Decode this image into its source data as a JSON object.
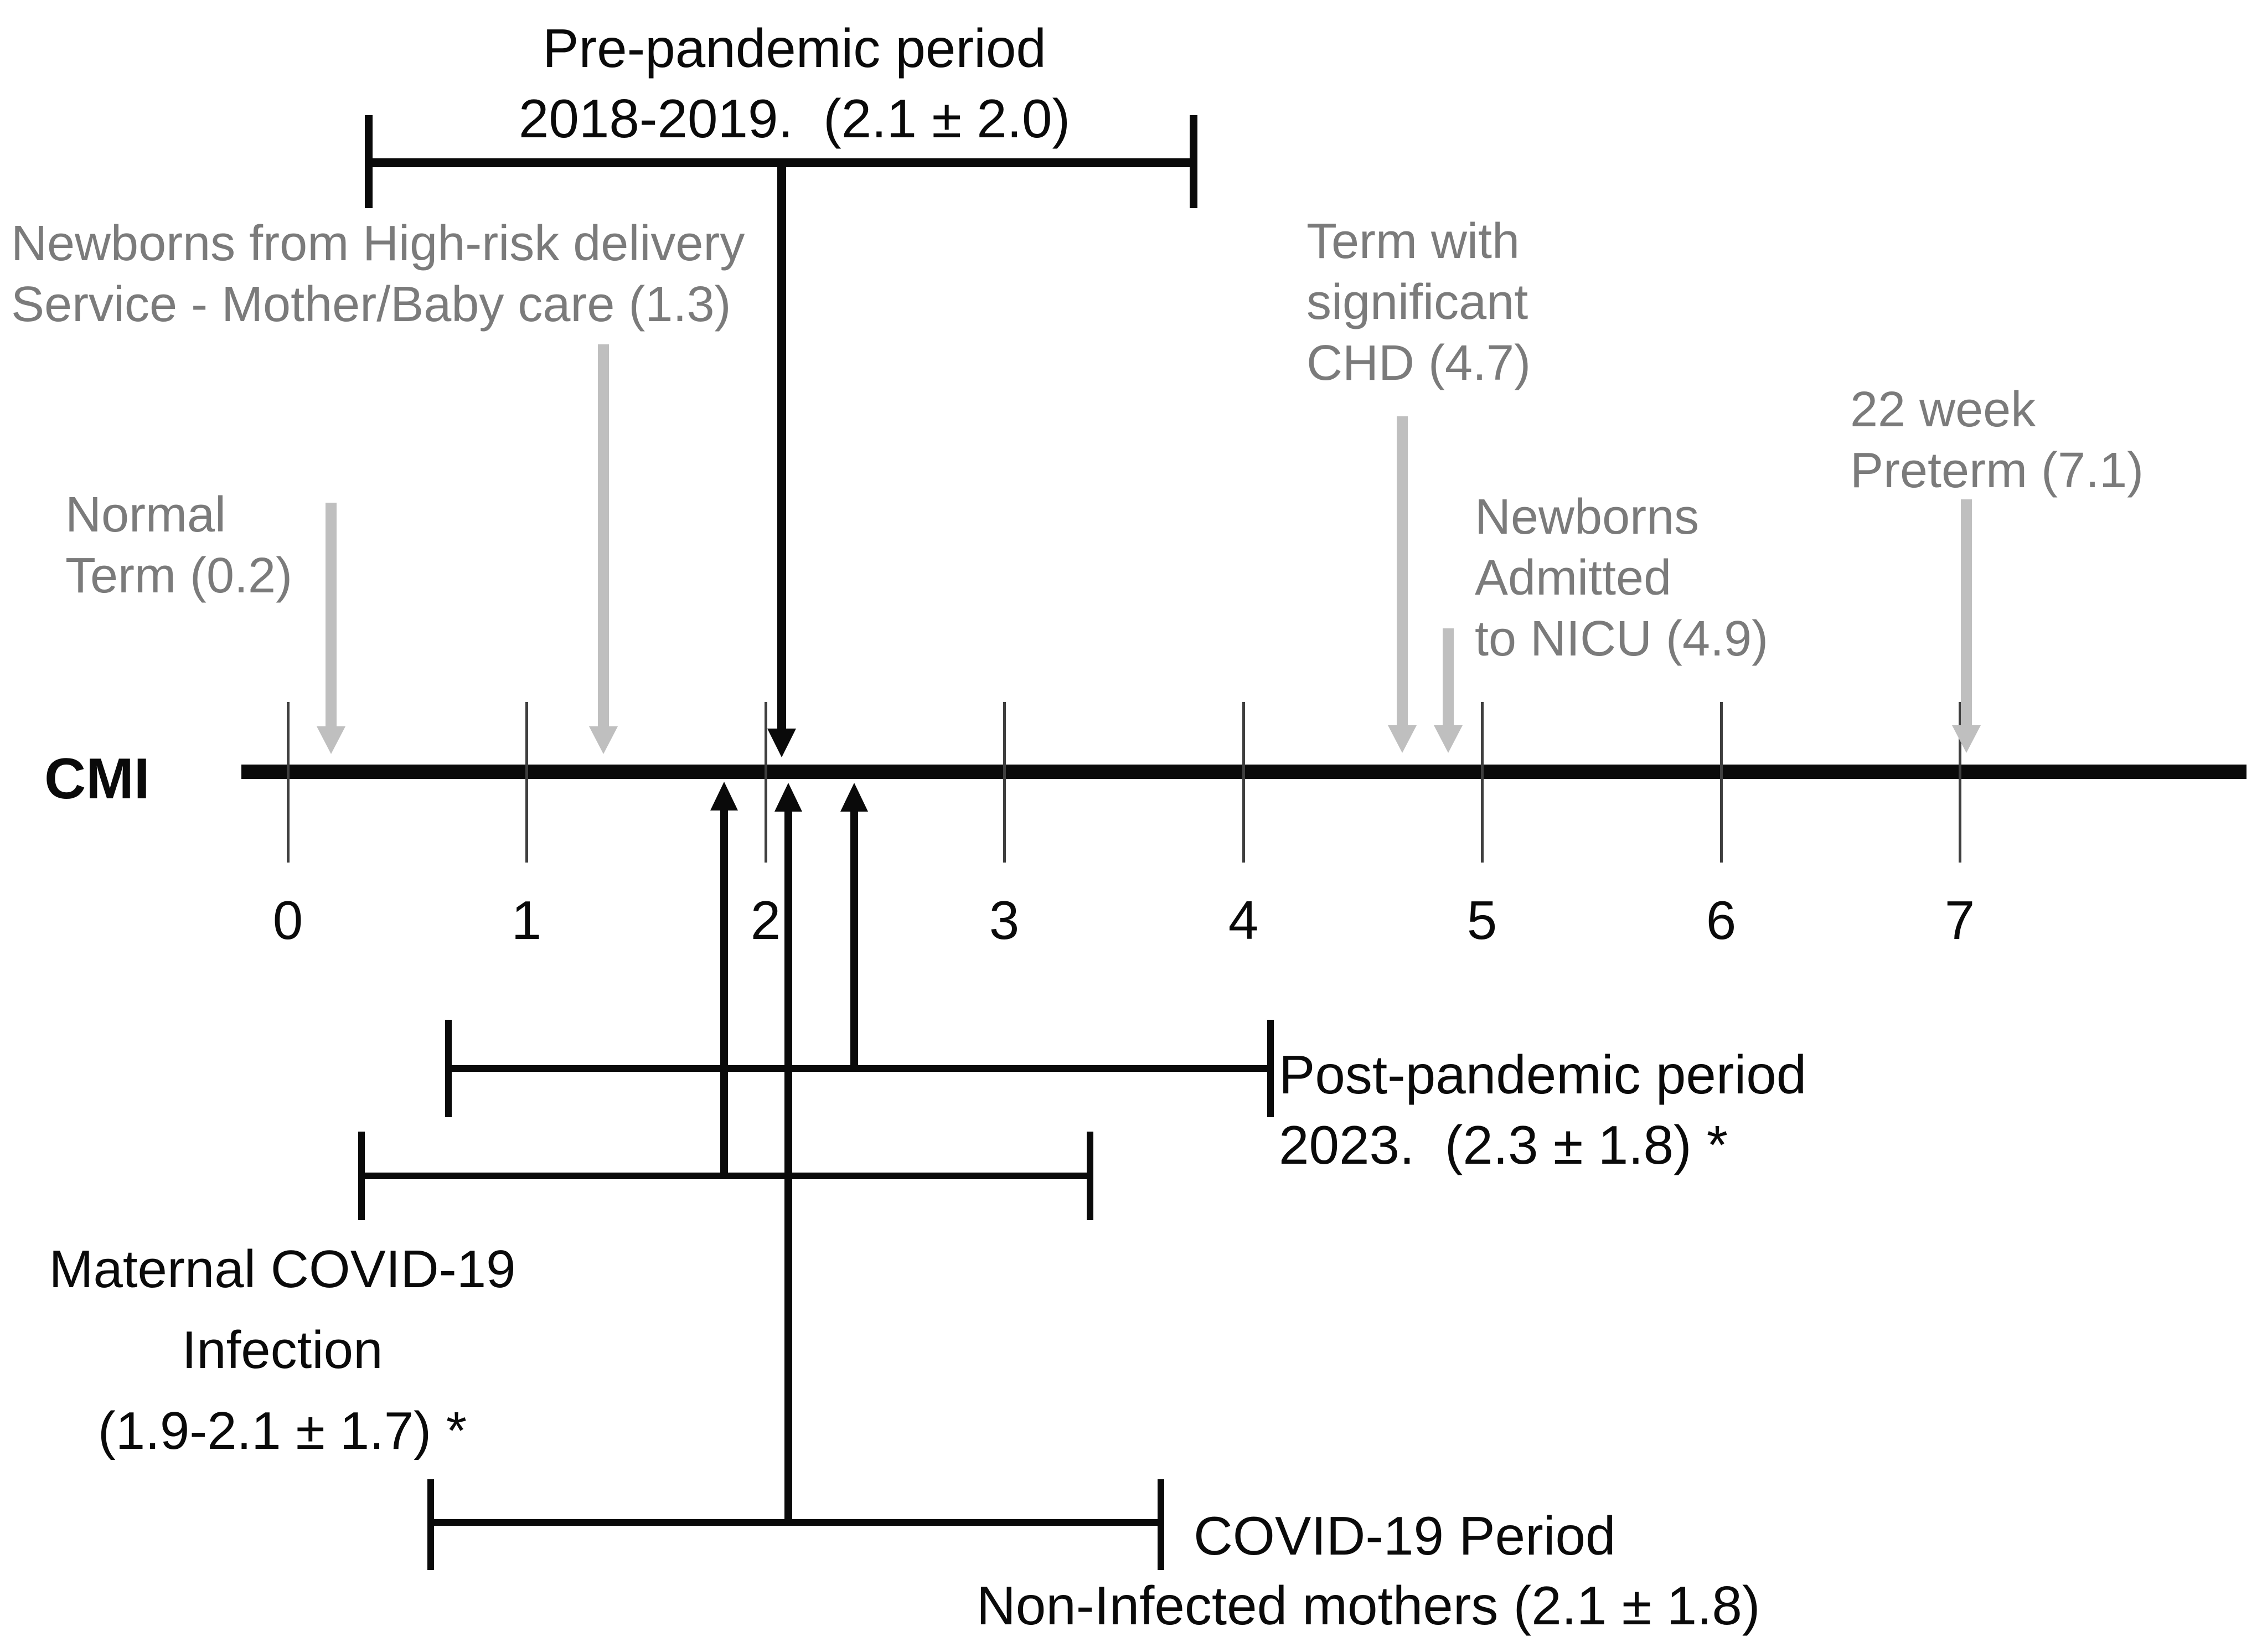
{
  "colors": {
    "black": "#0a0a0a",
    "gray_text": "#7b7b7b",
    "gray_arrow": "#bfbfbf"
  },
  "axis": {
    "label": "CMI",
    "ticks": [
      "0",
      "1",
      "2",
      "3",
      "4",
      "5",
      "6",
      "7"
    ]
  },
  "pre_pandemic": {
    "line1": "Pre-pandemic period",
    "line2": "2018-2019.  (2.1 ± 2.0)"
  },
  "markers": {
    "normal_term": {
      "line1": "Normal",
      "line2": "Term (0.2)"
    },
    "high_risk": {
      "line1": "Newborns from High-risk delivery",
      "line2": "Service - Mother/Baby care (1.3)"
    },
    "chd": {
      "line1": "Term with",
      "line2": "significant",
      "line3": "CHD (4.7)"
    },
    "nicu": {
      "line1": "Newborns",
      "line2": "Admitted",
      "line3": "to NICU (4.9)"
    },
    "preterm": {
      "line1": "22 week",
      "line2": "Preterm (7.1)"
    }
  },
  "post_pandemic": {
    "line1": "Post-pandemic period",
    "line2": "2023.  (2.3 ± 1.8) *"
  },
  "maternal": {
    "line1": "Maternal COVID-19",
    "line2": "Infection",
    "line3": "(1.9-2.1 ± 1.7) *"
  },
  "covid_period": {
    "line1": "COVID-19 Period",
    "line2": "Non-Infected mothers (2.1 ± 1.8)"
  },
  "chart_data": {
    "type": "scatter",
    "title": "CMI number-line figure: complexity of medical index (CMI) reference points and study-period means",
    "xlabel": "CMI",
    "xlim": [
      0,
      7
    ],
    "x_ticks": [
      0,
      1,
      2,
      3,
      4,
      5,
      6,
      7
    ],
    "grid": false,
    "reference_points": [
      {
        "label": "Normal Term",
        "value": 0.2
      },
      {
        "label": "Newborns from High-risk delivery Service - Mother/Baby care",
        "value": 1.3
      },
      {
        "label": "Term with significant CHD",
        "value": 4.7
      },
      {
        "label": "Newborns Admitted to NICU",
        "value": 4.9
      },
      {
        "label": "22 week Preterm",
        "value": 7.1
      }
    ],
    "intervals": [
      {
        "label": "Pre-pandemic period 2018-2019.",
        "mean": 2.1,
        "sd": 2.0,
        "significant": false,
        "position": "above-axis",
        "whisker_span_values": [
          0.35,
          3.8
        ]
      },
      {
        "label": "Post-pandemic period 2023.",
        "mean": 2.3,
        "sd": 1.8,
        "significant": true,
        "position": "below-axis",
        "whisker_span_values": [
          0.65,
          4.1
        ]
      },
      {
        "label": "Maternal COVID-19 Infection",
        "mean_range": [
          1.9,
          2.1
        ],
        "sd": 1.7,
        "significant": true,
        "position": "below-axis",
        "whisker_span_values": [
          0.3,
          3.35
        ]
      },
      {
        "label": "COVID-19 Period Non-Infected mothers",
        "mean": 2.1,
        "sd": 1.8,
        "significant": false,
        "position": "below-axis",
        "whisker_span_values": [
          0.6,
          3.65
        ]
      }
    ]
  }
}
